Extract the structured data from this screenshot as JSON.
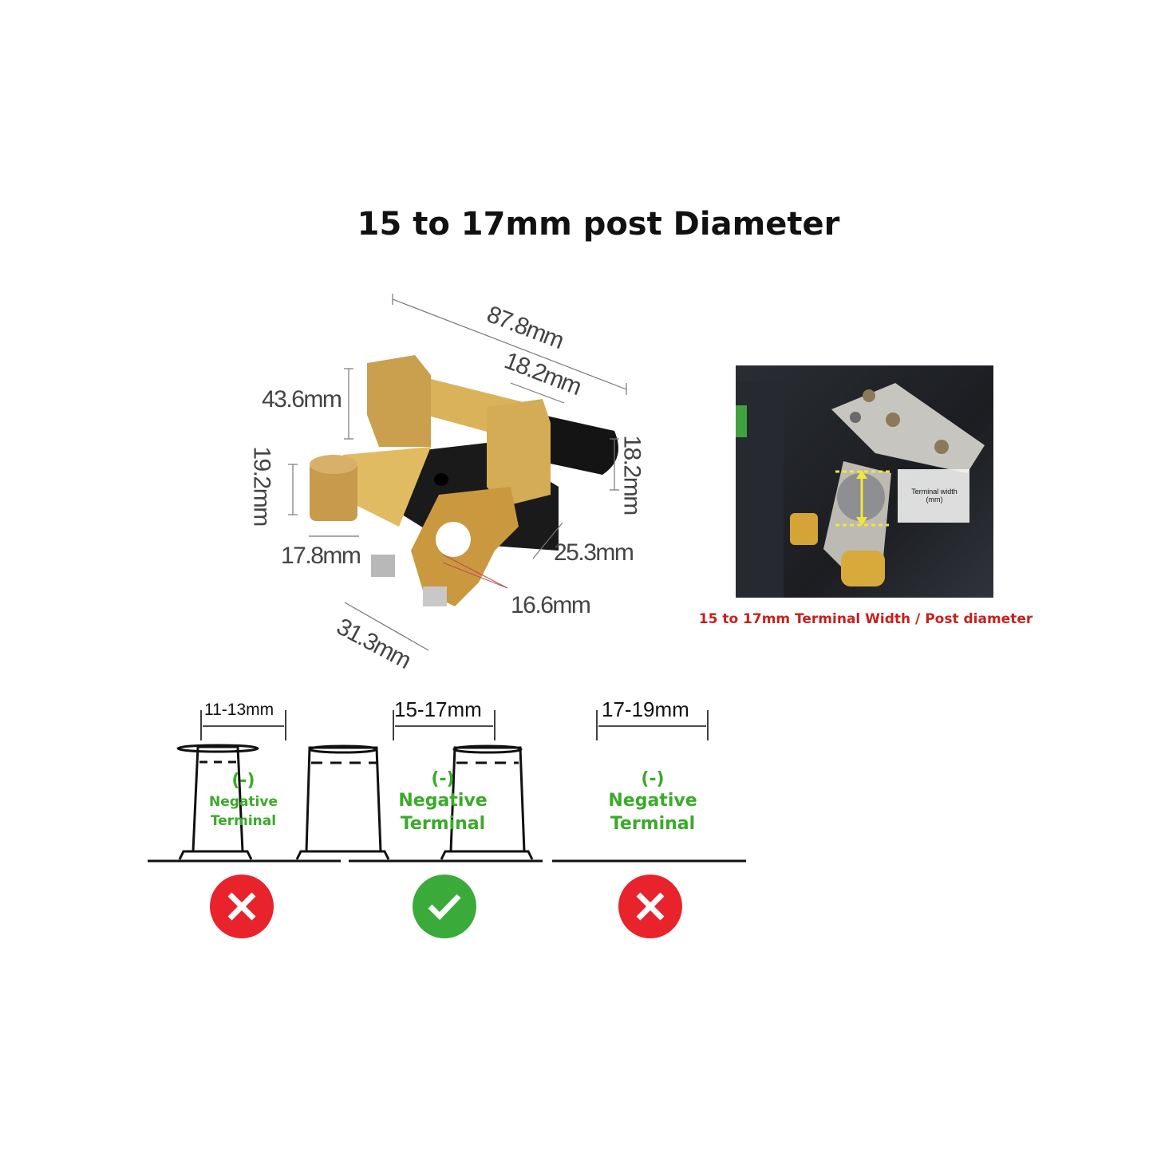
{
  "title": "15 to 17mm post Diameter",
  "product_dimensions": {
    "overall_length": "87.8mm",
    "top_width": "18.2mm",
    "height": "43.6mm",
    "cap_height": "19.2mm",
    "side_height": "18.2mm",
    "cap_width": "17.8mm",
    "base_depth": "25.3mm",
    "clamp_hole": "16.6mm",
    "clamp_length": "31.3mm"
  },
  "reference_photo": {
    "label": "Terminal width\n(mm)",
    "caption": "15 to 17mm Terminal Width / Post diameter"
  },
  "posts": [
    {
      "range": "11-13mm",
      "symbol": "(-)",
      "label1": "Negative",
      "label2": "Terminal",
      "fit": false,
      "status_color": "#e8232b"
    },
    {
      "range": "15-17mm",
      "symbol": "(-)",
      "label1": "Negative",
      "label2": "Terminal",
      "fit": true,
      "status_color": "#3aaa3a"
    },
    {
      "range": "17-19mm",
      "symbol": "(-)",
      "label1": "Negative",
      "label2": "Terminal",
      "fit": false,
      "status_color": "#e8232b"
    }
  ],
  "colors": {
    "negative_text": "#3aaa2a",
    "caption": "#c8201e",
    "brass": "#c9a24a"
  }
}
